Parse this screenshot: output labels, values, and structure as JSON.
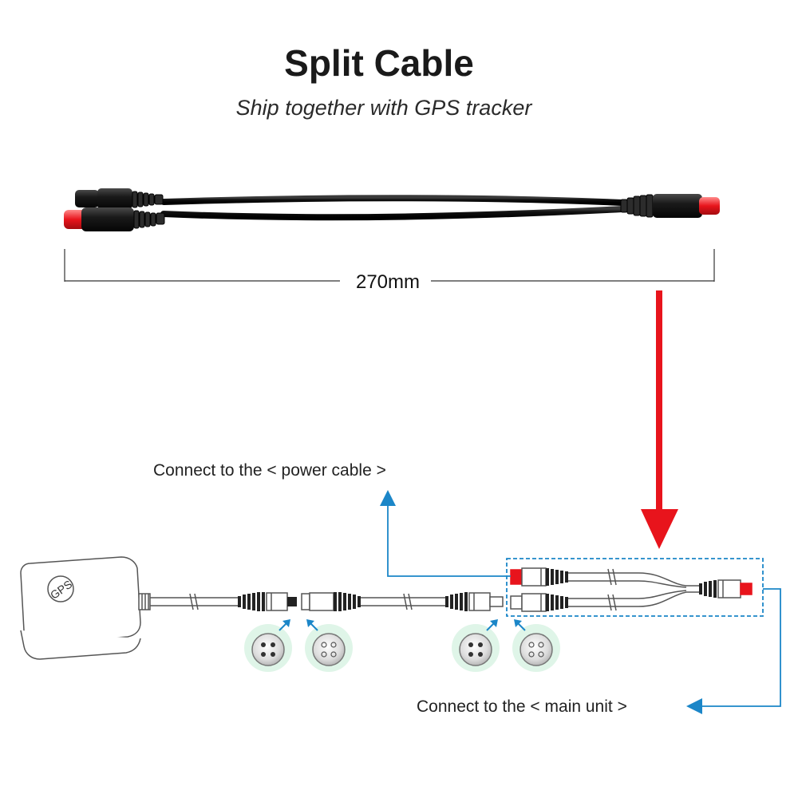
{
  "header": {
    "title": "Split Cable",
    "subtitle": "Ship together with GPS tracker"
  },
  "product_photo": {
    "length_label": "270mm"
  },
  "diagram": {
    "gps_label": "GPS",
    "power_label": "Connect to the < power cable >",
    "main_unit_label": "Connect to the < main unit >",
    "colors": {
      "arrow_red": "#e8141c",
      "callout_blue": "#1b86c8",
      "connector_red": "#e8141c",
      "cable_line": "#555555"
    }
  }
}
